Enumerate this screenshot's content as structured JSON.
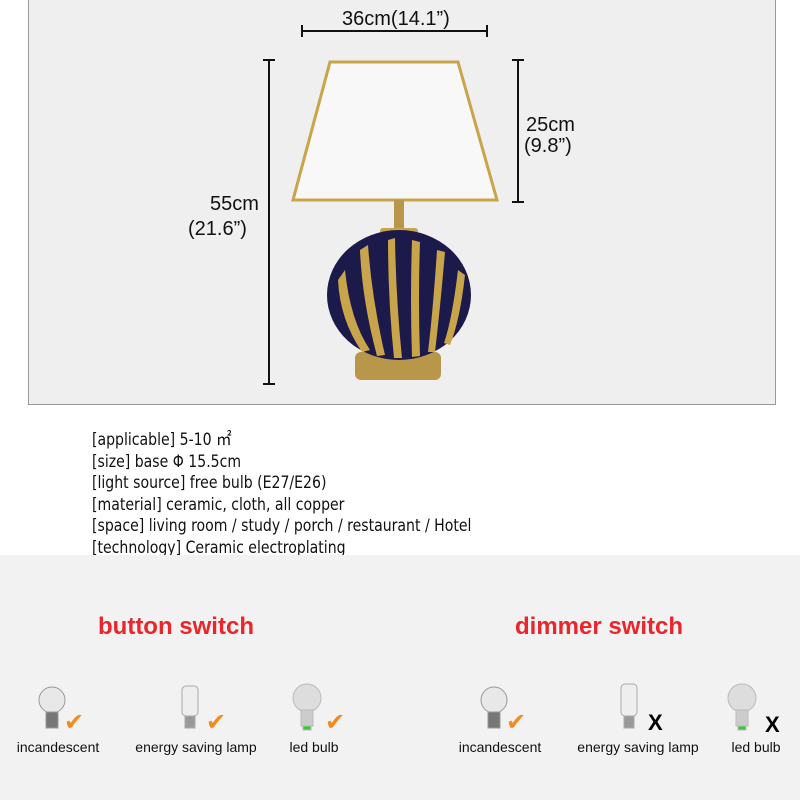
{
  "dimensions": {
    "width": "36cm(14.1”)",
    "shade_h_cm": "25cm",
    "shade_h_in": "(9.8”)",
    "total_h_cm": "55cm",
    "total_h_in": "(21.6”)"
  },
  "specs": [
    "[applicable] 5-10 ㎡",
    "[size] base Φ 15.5cm",
    "[light source] free bulb (E27/E26)",
    "[material] ceramic, cloth, all copper",
    "[space] living room / study / porch / restaurant / Hotel",
    "[technology] Ceramic electroplating"
  ],
  "button_switch": {
    "title": "button switch",
    "bulbs": [
      {
        "label": "incandescent",
        "mark": "✔"
      },
      {
        "label": "energy saving lamp",
        "mark": "✔"
      },
      {
        "label": "led bulb",
        "mark": "✔"
      }
    ]
  },
  "dimmer_switch": {
    "title": "dimmer switch",
    "bulbs": [
      {
        "label": "incandescent",
        "mark": "✔"
      },
      {
        "label": "energy saving lamp",
        "mark": "X"
      },
      {
        "label": "led bulb",
        "mark": "X"
      }
    ]
  },
  "colors": {
    "accent_red": "#e8262b",
    "check_orange": "#f58a1f"
  }
}
